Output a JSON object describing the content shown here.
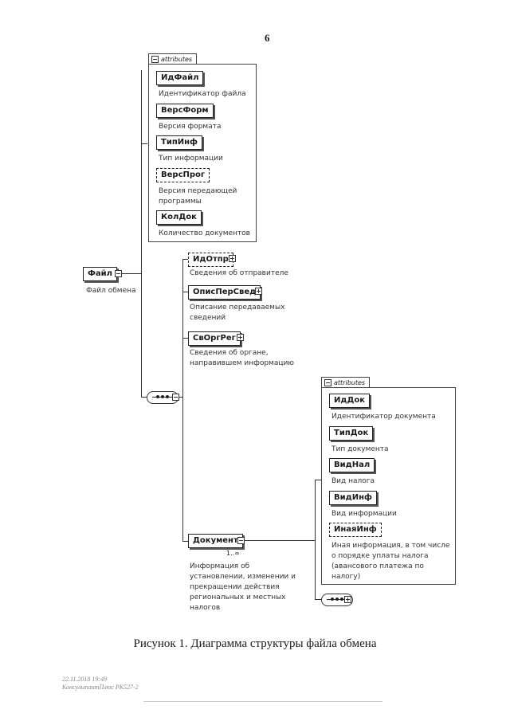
{
  "page_number": "6",
  "attributes_label": "attributes",
  "root": {
    "name": "Файл",
    "desc": "Файл обмена"
  },
  "file_attributes": [
    {
      "name": "ИдФайл",
      "desc": "Идентификатор файла",
      "optional": false
    },
    {
      "name": "ВерсФорм",
      "desc": "Версия формата",
      "optional": false
    },
    {
      "name": "ТипИнф",
      "desc": "Тип информации",
      "optional": false
    },
    {
      "name": "ВерсПрог",
      "desc": "Версия передающей программы",
      "optional": true
    },
    {
      "name": "КолДок",
      "desc": "Количество документов",
      "optional": false
    }
  ],
  "children": [
    {
      "name": "ИдОтпр",
      "desc": "Сведения об отправителе",
      "optional": true
    },
    {
      "name": "ОписПерСвед",
      "desc": "Описание передаваемых сведений",
      "optional": false
    },
    {
      "name": "СвОргРег",
      "desc": "Сведения об органе, направившем информацию",
      "optional": false
    },
    {
      "name": "Документ",
      "desc": "Информация об установлении, изменении и прекращении действия региональных и местных налогов",
      "optional": false,
      "multiplicity": "1..∞"
    }
  ],
  "document_attributes": [
    {
      "name": "ИдДок",
      "desc": "Идентификатор документа",
      "optional": false
    },
    {
      "name": "ТипДок",
      "desc": "Тип документа",
      "optional": false
    },
    {
      "name": "ВидНал",
      "desc": "Вид налога",
      "optional": false
    },
    {
      "name": "ВидИнф",
      "desc": "Вид информации",
      "optional": false
    },
    {
      "name": "ИнаяИнф",
      "desc": "Иная информация, в том числе о порядке уплаты налога (авансового платежа по налогу)",
      "optional": true
    }
  ],
  "caption": "Рисунок 1. Диаграмма структуры файла обмена",
  "footer": {
    "line1": "22.11.2018 19:49",
    "line2": "КонсультантПлюс РК527-2"
  }
}
